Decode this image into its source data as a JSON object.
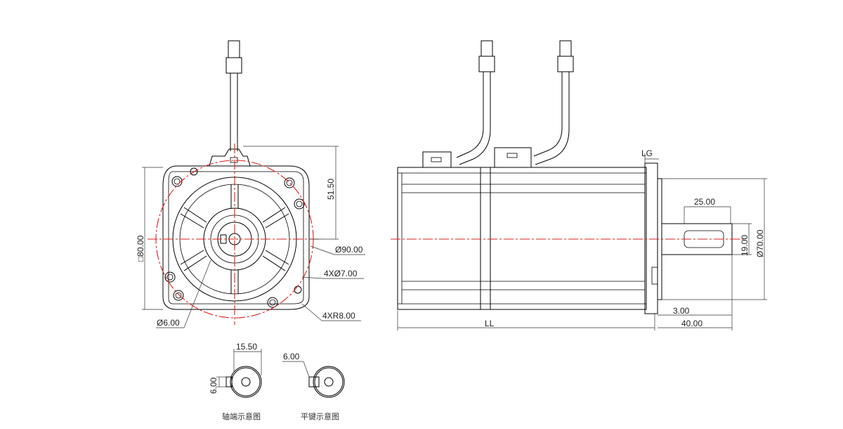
{
  "front_view": {
    "square_flange": "□80.00",
    "flange_height": "51.50",
    "pitch_circle": "Ø90.00",
    "mounting_holes": "4XØ7.00",
    "corner_radius": "4XR8.00",
    "shaft_bore": "Ø6.00"
  },
  "side_view": {
    "lg_label": "LG",
    "ll_label": "LL",
    "shaft_length": "25.00",
    "key_width": "19.00",
    "pilot_diameter": "Ø70.00",
    "flange_step": "3.00",
    "total_shaft": "40.00"
  },
  "detail_views": {
    "shaft_end_width": "15.50",
    "shaft_end_key": "6.00",
    "shaft_end_caption": "轴端示意图",
    "flat_key_width": "6.00",
    "flat_key_caption": "平键示意图"
  }
}
